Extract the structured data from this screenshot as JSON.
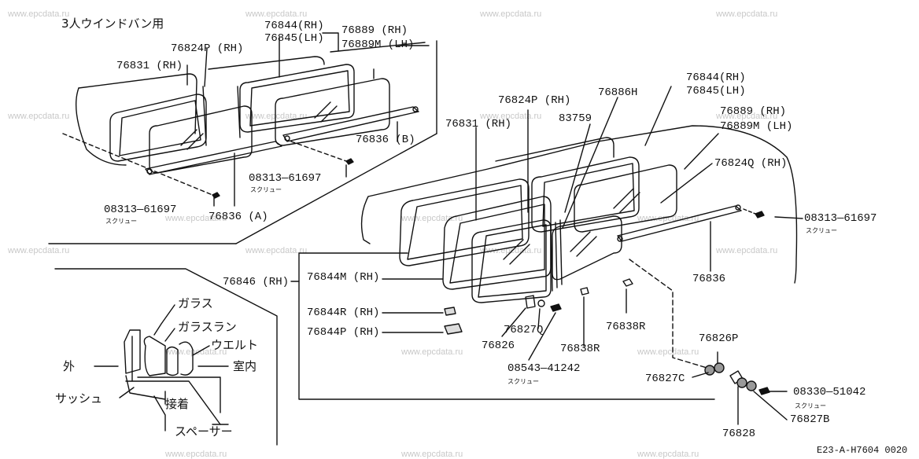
{
  "watermark": "www.epcdata.ru",
  "inset_title": "3人ウインドバン用",
  "drawing_code": "E23-A-H7604 0020",
  "labels": {
    "p76844_rh_a": "76844(RH)",
    "p76845_lh_a": "76845(LH)",
    "p76889_rh_a": "76889  (RH)",
    "p76889m_lh_a": "76889M (LH)",
    "p76824p_rh_a": "76824P (RH)",
    "p76831_rh_a": "76831 (RH)",
    "p76836b": "76836 (B)",
    "p08313_a": "08313—61697",
    "screw_a": "スクリュー",
    "p08313_b": "08313—61697",
    "screw_b": "スクリュー",
    "p76836a": "76836 (A)",
    "p76824p_rh_b": "76824P (RH)",
    "p76886h": "76886H",
    "p76844_rh_b": "76844(RH)",
    "p76845_lh_b": "76845(LH)",
    "p76831_rh_b": "76831 (RH)",
    "p83759": "83759",
    "p76889_rh_b": "76889 (RH)",
    "p76889m_lh_b": "76889M (LH)",
    "p76824q_rh": "76824Q (RH)",
    "p08313_c": "08313—61697",
    "screw_c": "スクリュー",
    "p76836": "76836",
    "p76846_rh": "76846 (RH)",
    "p76844m_rh": "76844M (RH)",
    "p76844r_rh": "76844R (RH)",
    "p76844p_rh": "76844P (RH)",
    "p76827q": "76827Q",
    "p76826": "76826",
    "p76838r_a": "76838R",
    "p76838r_b": "76838R",
    "p08543": "08543—41242",
    "screw_d": "スクリュー",
    "p76826p": "76826P",
    "p76827c": "76827C",
    "p08330": "08330—51042",
    "screw_e": "スクリュー",
    "p76827b": "76827B",
    "p76828": "76828"
  },
  "section": {
    "glass": "ガラス",
    "glass_run": "ガラスラン",
    "weld": "ウエルト",
    "outside": "外",
    "inside": "室内",
    "sash": "サッシュ",
    "adhesive": "接着",
    "spacer": "スペーサー"
  }
}
